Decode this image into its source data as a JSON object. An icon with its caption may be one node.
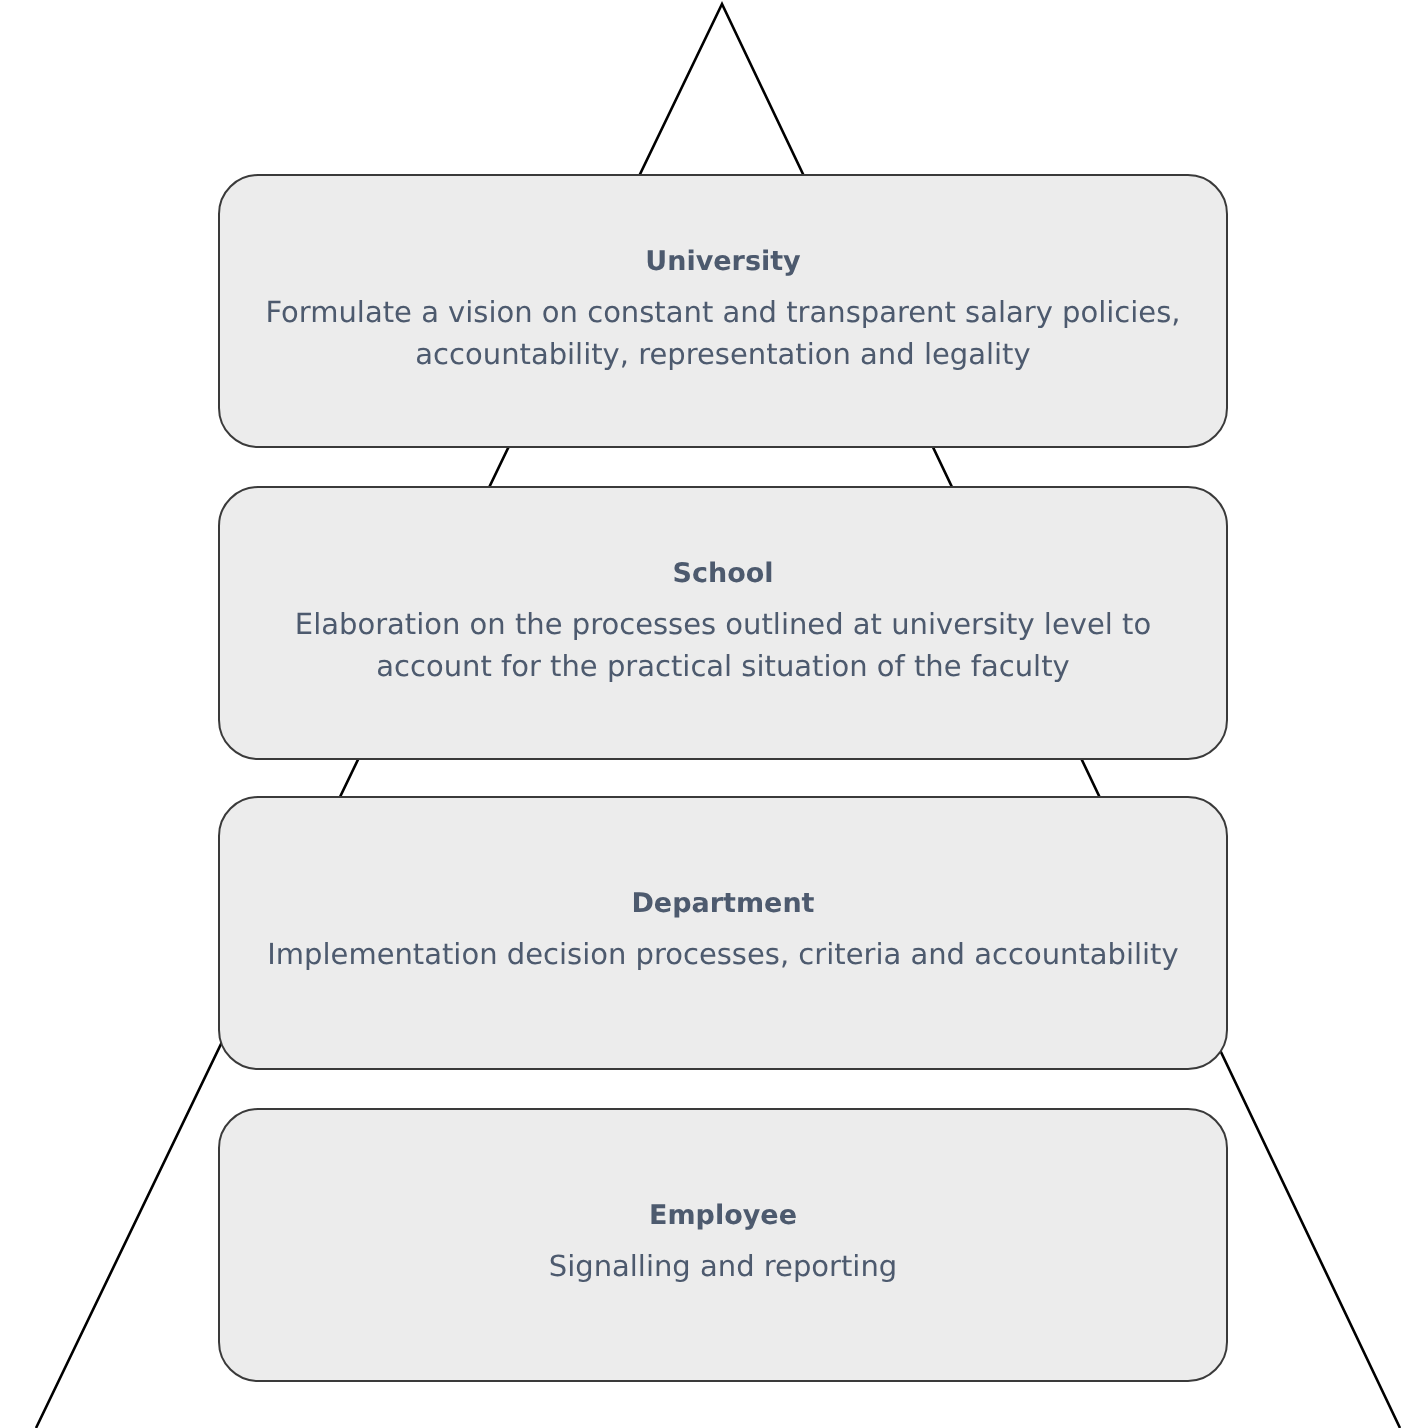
{
  "diagram": {
    "nodes": [
      {
        "text": [
          "University",
          "Formulate a vision on constant and transparent salary policies, accountability, representation and legality"
        ]
      },
      {
        "text": [
          "School",
          "Elaboration on the processes outlined at university level to account for the practical situation of the faculty"
        ]
      },
      {
        "text": [
          "Department",
          "Implementation decision processes, criteria and accountability"
        ]
      },
      {
        "text": [
          "Employee",
          "Signalling and reporting"
        ]
      }
    ]
  }
}
